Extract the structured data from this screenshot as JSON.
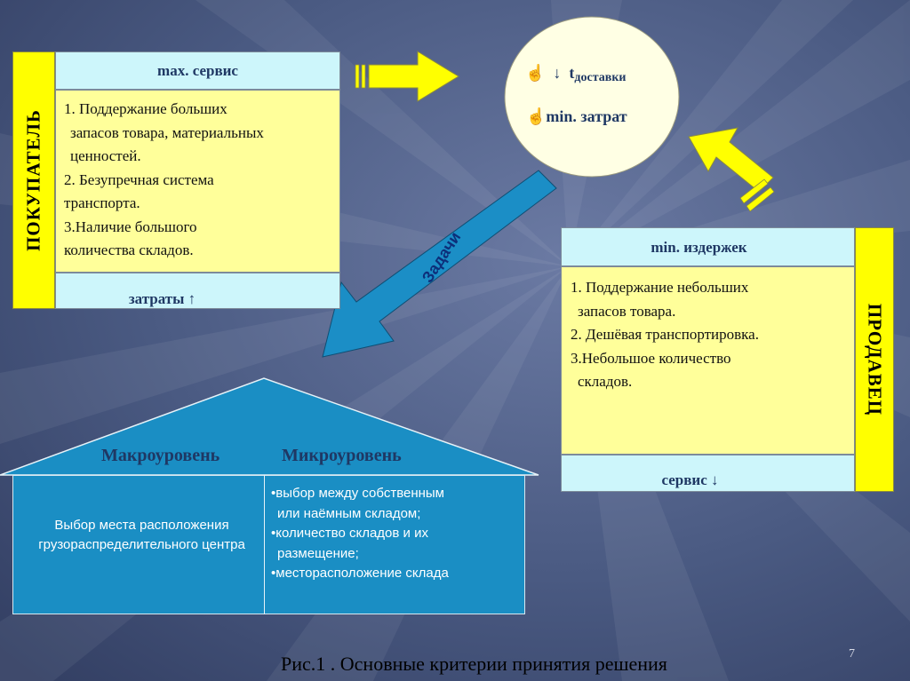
{
  "colors": {
    "background": "#4a5a82",
    "accent_yellow": "#ffff00",
    "panel_head": "#cdf6fb",
    "panel_body": "#ffff9a",
    "house": "#1a8ec4",
    "arrow_blue": "#1b8ec6"
  },
  "buyer": {
    "side_label": "ПОКУПАТЕЛЬ",
    "header": "max. сервис",
    "items": [
      "1. Поддержание больших",
      "   запасов товара, материальных",
      "   ценностей.",
      "2. Безупречная система",
      "транспорта.",
      "3.Наличие большого",
      "количества складов."
    ],
    "footer": "затраты ↑"
  },
  "goal": {
    "line1_icon": "pointing-hand-icon",
    "line1_arrow": "↓",
    "line1_t": "t",
    "line1_sub": "доставки",
    "line2": "min. затрат"
  },
  "seller": {
    "side_label": "ПРОДАВЕЦ",
    "header": "min. издержек",
    "items": [
      "1. Поддержание небольших",
      "   запасов товара.",
      "2. Дешёвая транспортировка.",
      "3.Небольшое количество",
      "   складов."
    ],
    "footer": "сервис ↓"
  },
  "tasks_label": "Задачи",
  "house": {
    "macro_title": "Макроуровень",
    "micro_title": "Микроуровень",
    "macro_text": "Выбор места расположения грузораспределительного центра",
    "micro_items": [
      "•выбор между собственным",
      "  или наёмным складом;",
      "•количество складов и их",
      "  размещение;",
      "•месторасположение склада"
    ]
  },
  "caption": "Рис.1 . Основные критерии принятия решения",
  "page_number": "7"
}
